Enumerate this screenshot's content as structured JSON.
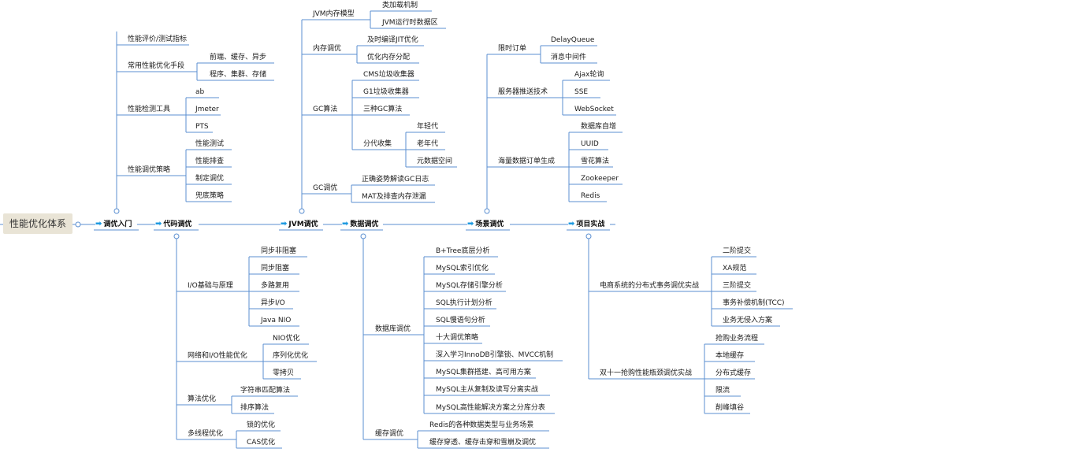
{
  "colors": {
    "line": "#5b8fd1",
    "root_bg": "#e9e4d6",
    "arrow": "#1e9ae0"
  },
  "root": "性能优化体系",
  "branches": [
    {
      "label": "调优入门",
      "icon": "arrow-right-icon"
    },
    {
      "label": "代码调优",
      "icon": "arrow-right-icon"
    },
    {
      "label": "JVM调优",
      "icon": "arrow-right-icon"
    },
    {
      "label": "数据调优",
      "icon": "arrow-right-icon"
    },
    {
      "label": "场景调优",
      "icon": "arrow-right-icon"
    },
    {
      "label": "项目实战",
      "icon": "arrow-right-icon"
    }
  ],
  "intro": {
    "metrics": "性能评价/测试指标",
    "means": {
      "label": "常用性能优化手段",
      "items": [
        "前端、缓存、异步",
        "程序、集群、存储"
      ]
    },
    "tools": {
      "label": "性能检测工具",
      "items": [
        "ab",
        "Jmeter",
        "PTS"
      ]
    },
    "strategy": {
      "label": "性能调优策略",
      "items": [
        "性能测试",
        "性能排查",
        "制定调优",
        "兜底策略"
      ]
    }
  },
  "code": {
    "io": {
      "label": "I/O基础与原理",
      "items": [
        "同步非阻塞",
        "同步阻塞",
        "多路复用",
        "异步I/O",
        "Java NIO"
      ]
    },
    "net": {
      "label": "网络和I/O性能优化",
      "items": [
        "NIO优化",
        "序列化优化",
        "零拷贝"
      ]
    },
    "algo": {
      "label": "算法优化",
      "items": [
        "字符串匹配算法",
        "排序算法"
      ]
    },
    "thread": {
      "label": "多线程优化",
      "items": [
        "锁的优化",
        "CAS优化"
      ]
    }
  },
  "jvm": {
    "model": {
      "label": "JVM内存模型",
      "items": [
        "类加载机制",
        "JVM运行时数据区"
      ]
    },
    "mem": {
      "label": "内存调优",
      "items": [
        "及时编译JIT优化",
        "优化内存分配"
      ]
    },
    "gc": {
      "label": "GC算法",
      "items": [
        "CMS垃圾收集器",
        "G1垃圾收集器",
        "三种GC算法"
      ],
      "gen": {
        "label": "分代收集",
        "items": [
          "年轻代",
          "老年代",
          "元数据空间"
        ]
      }
    },
    "tune": {
      "label": "GC调优",
      "items": [
        "正确姿势解读GC日志",
        "MAT及排查内存泄漏"
      ]
    }
  },
  "data": {
    "db": {
      "label": "数据库调优",
      "items": [
        "B+Tree底层分析",
        "MySQL索引优化",
        "MySQL存储引擎分析",
        "SQL执行计划分析",
        "SQL慢语句分析",
        "十大调优策略",
        "深入学习InnoDB引擎锁、MVCC机制",
        "MySQL集群搭建、高可用方案",
        "MySQL主从复制及读写分离实战",
        "MySQL高性能解决方案之分库分表"
      ]
    },
    "cache": {
      "label": "缓存调优",
      "items": [
        "Redis的各种数据类型与业务场景",
        "缓存穿透、缓存击穿和雪崩及调优"
      ]
    }
  },
  "scene": {
    "order": {
      "label": "限时订单",
      "items": [
        "DelayQueue",
        "消息中间件"
      ]
    },
    "push": {
      "label": "服务器推送技术",
      "items": [
        "Ajax轮询",
        "SSE",
        "WebSocket"
      ]
    },
    "id": {
      "label": "海量数据订单生成",
      "items": [
        "数据库自增",
        "UUID",
        "雪花算法",
        "Zookeeper",
        "Redis"
      ]
    }
  },
  "project": {
    "tx": {
      "label": "电商系统的分布式事务调优实战",
      "items": [
        "二阶提交",
        "XA规范",
        "三阶提交",
        "事务补偿机制(TCC)",
        "业务无侵入方案"
      ]
    },
    "sale": {
      "label": "双十一抢购性能瓶颈调优实战",
      "items": [
        "抢购业务流程",
        "本地缓存",
        "分布式缓存",
        "限流",
        "削峰填谷"
      ]
    }
  }
}
